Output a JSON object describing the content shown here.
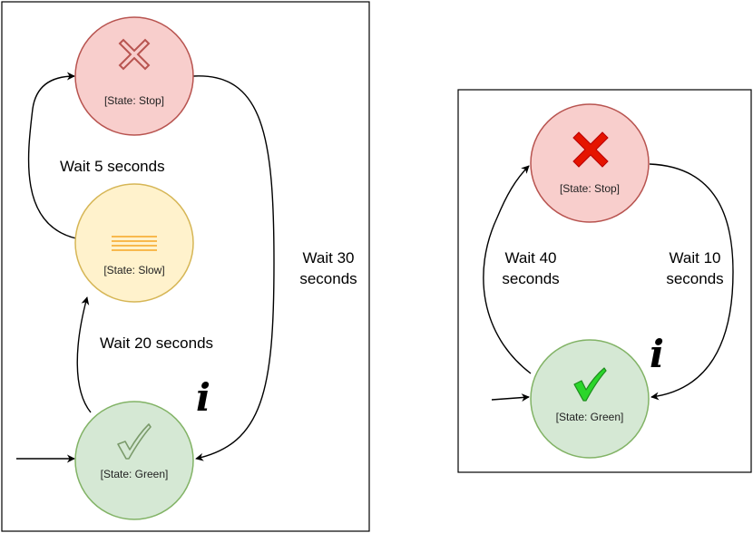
{
  "diagrams": [
    {
      "states": {
        "stop": {
          "label": "[State: Stop]",
          "icon": "cross-outline-icon"
        },
        "slow": {
          "label": "[State: Slow]",
          "icon": "slow-lines-icon"
        },
        "green": {
          "label": "[State: Green]",
          "icon": "check-outline-icon"
        }
      },
      "transitions": {
        "slow_to_stop": {
          "label": "Wait 5 seconds"
        },
        "green_to_slow": {
          "label": "Wait 20 seconds"
        },
        "stop_to_green": {
          "label_line1": "Wait 30",
          "label_line2": "seconds"
        }
      },
      "info_symbol": "i"
    },
    {
      "states": {
        "stop": {
          "label": "[State: Stop]",
          "icon": "cross-red-icon"
        },
        "green": {
          "label": "[State: Green]",
          "icon": "check-green-icon"
        }
      },
      "transitions": {
        "green_to_stop": {
          "label_line1": "Wait 40",
          "label_line2": "seconds"
        },
        "stop_to_green": {
          "label_line1": "Wait 10",
          "label_line2": "seconds"
        }
      },
      "info_symbol": "i"
    }
  ],
  "colors": {
    "stop_fill": "#F8CECC",
    "stop_stroke": "#B85450",
    "slow_fill": "#FFF2CC",
    "slow_stroke": "#D6B656",
    "green_fill": "#D5E8D4",
    "green_stroke": "#82B366",
    "slow_icon": "#F5A623",
    "cross_red": "#E51400",
    "check_green": "#2BD62B"
  }
}
